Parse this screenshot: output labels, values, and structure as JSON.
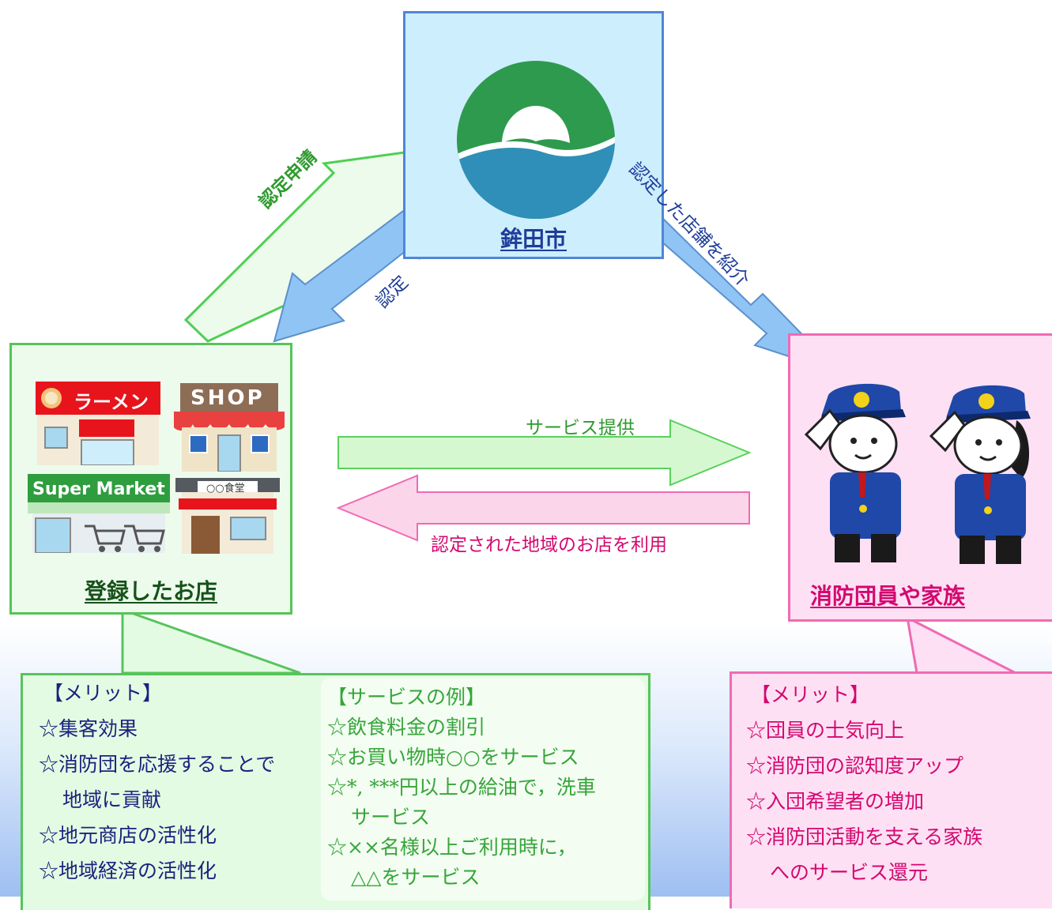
{
  "city": {
    "title": "鉾田市"
  },
  "shops": {
    "title": "登録したお店",
    "ramen_sign": "ラーメン",
    "shop_sign": "SHOP",
    "supermarket_sign": "Super Market",
    "diner_sign": "○○食堂"
  },
  "firefighters": {
    "title": "消防団員や家族"
  },
  "arrows": {
    "apply": "認定申請",
    "certify": "認定",
    "introduce": "認定した店舗を紹介",
    "service": "サービス提供",
    "use": "認定された地域のお店を利用"
  },
  "shops_merit": {
    "heading": "【メリット】",
    "items": [
      "☆集客効果",
      "☆消防団を応援することで",
      "地域に貢献",
      "☆地元商店の活性化",
      "☆地域経済の活性化"
    ]
  },
  "service_examples": {
    "heading": "【サービスの例】",
    "items": [
      "☆飲食料金の割引",
      "☆お買い物時○○をサービス",
      "☆*, ***円以上の給油で，洗車",
      "サービス",
      "☆××名様以上ご利用時に，",
      "△△をサービス"
    ]
  },
  "ff_merit": {
    "heading": "【メリット】",
    "items": [
      "☆団員の士気向上",
      "☆消防団の認知度アップ",
      "☆入団希望者の増加",
      "☆消防団活動を支える家族",
      "へのサービス還元"
    ]
  },
  "colors": {
    "city_fill": "#cdeefc",
    "city_border": "#4f86d9",
    "shop_fill": "#edfbec",
    "shop_border": "#56c458",
    "ff_fill": "#fde0f4",
    "ff_border": "#f06ab4",
    "emblem_green": "#2e9a4e",
    "emblem_blue": "#2f8fb8"
  }
}
